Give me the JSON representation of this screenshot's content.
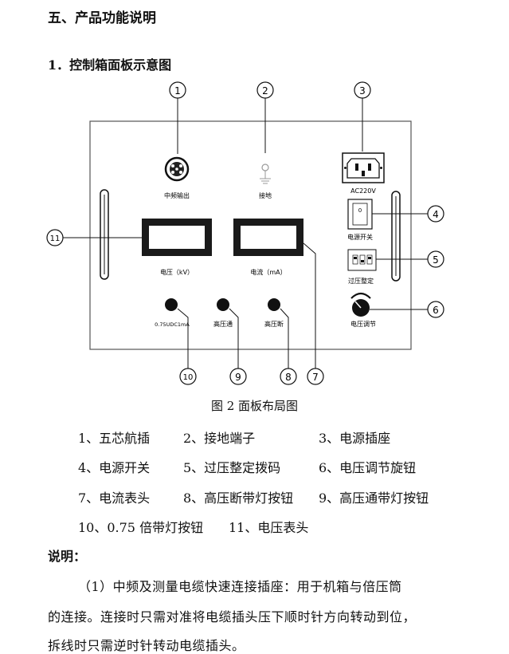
{
  "section_title": "五、产品功能说明",
  "subsection_title": "1．控制箱面板示意图",
  "diagram": {
    "callouts": [
      "1",
      "2",
      "3",
      "4",
      "5",
      "6",
      "7",
      "8",
      "9",
      "10",
      "11"
    ],
    "labels": {
      "mid_freq_out": "中频输出",
      "ground": "接地",
      "ac": "AC220V",
      "power_switch": "电源开关",
      "overvolt": "过压整定",
      "volt_adjust": "电压调节",
      "kv_meter": "电压（kV）",
      "ma_meter": "电流（mA）",
      "btn_075": "0.75UDC1mA",
      "hv_on": "高压通",
      "hv_off": "高压断",
      "switch_o": "0"
    }
  },
  "caption": "图 2  面板布局图",
  "legend": [
    [
      "1、五芯航插",
      "2、接地端子",
      "3、电源插座"
    ],
    [
      "4、电源开关",
      "5、过压整定拨码",
      "6、电压调节旋钮"
    ],
    [
      "7、电流表头",
      "8、高压断带灯按钮",
      "9、高压通带灯按钮"
    ],
    [
      "10、0.75 倍带灯按钮",
      "11、电压表头"
    ]
  ],
  "note_title": "说明：",
  "paragraph": {
    "line1": "（1）中频及测量电缆快速连接插座：用于机箱与倍压筒",
    "line2": "的连接。连接时只需对准将电缆插头压下顺时针方向转动到位，",
    "line3": "拆线时只需逆时针转动电缆插头。"
  }
}
